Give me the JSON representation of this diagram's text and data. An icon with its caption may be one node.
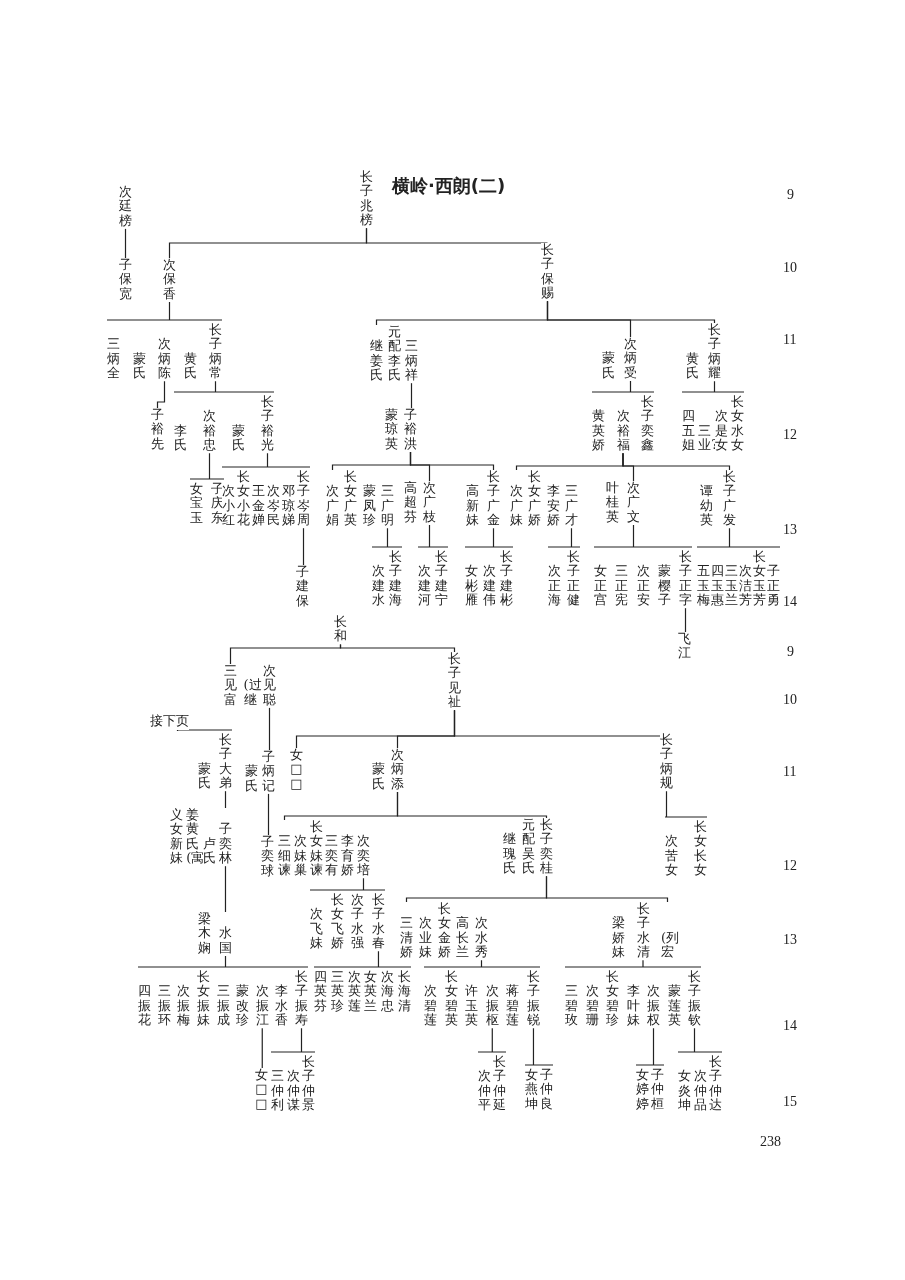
{
  "diagram": {
    "title": "横岭·西朗(二)",
    "nodes": [
      {
        "text": [
          "长子兆榜"
        ]
      },
      {
        "text": [
          "次廷榜"
        ]
      },
      {
        "text": [
          "子保宽"
        ]
      },
      {
        "text": [
          "次保香"
        ]
      },
      {
        "text": [
          "长子保赐"
        ]
      },
      {
        "text": [
          "三炳全",
          "蒙氏",
          "次炳陈",
          "黄氏",
          "长子炳常"
        ]
      },
      {
        "text": [
          "子裕先"
        ]
      },
      {
        "text": [
          "李氏",
          "次裕忠",
          "蒙氏",
          "长子裕光"
        ]
      },
      {
        "text": [
          "女宝玉",
          "子庆东"
        ]
      },
      {
        "text": [
          "次小红",
          "长女小花",
          "王金婵",
          "次岑民",
          "邓琼娣",
          "长子岑周"
        ]
      },
      {
        "text": [
          "子建保"
        ]
      },
      {
        "text": [
          "继姜氏",
          "元配李氏",
          "三炳祥"
        ]
      },
      {
        "text": [
          "蒙氏",
          "次炳受"
        ]
      },
      {
        "text": [
          "黄氏",
          "长子炳耀"
        ]
      },
      {
        "text": [
          "蒙琼英",
          "子裕洪"
        ]
      },
      {
        "text": [
          "黄英娇",
          "次裕福",
          "长子奕鑫"
        ]
      },
      {
        "text": [
          "四五姐",
          "三业?",
          "次是女",
          "长女水女"
        ]
      },
      {
        "text": [
          "次广娟",
          "长女广英",
          "蒙凤珍",
          "三广明"
        ]
      },
      {
        "text": [
          "高超芬",
          "次广枝"
        ]
      },
      {
        "text": [
          "高新妹",
          "长子广金"
        ]
      },
      {
        "text": [
          "次广妹",
          "长女广娇",
          "李安娇",
          "三广才"
        ]
      },
      {
        "text": [
          "叶桂英",
          "次广文"
        ]
      },
      {
        "text": [
          "谭幼英",
          "长子广发"
        ]
      },
      {
        "text": [
          "次建水",
          "长子建海"
        ]
      },
      {
        "text": [
          "次建河",
          "长子建宁"
        ]
      },
      {
        "text": [
          "女彬雁",
          "次建伟",
          "长子建彬"
        ]
      },
      {
        "text": [
          "次正海",
          "长子正健"
        ]
      },
      {
        "text": [
          "女正宫",
          "三正宪",
          "次正安",
          "蒙樱子",
          "长子正字"
        ]
      },
      {
        "text": [
          "飞江"
        ]
      },
      {
        "text": [
          "五玉梅",
          "四玉惠",
          "三玉兰",
          "次洁芳",
          "长女玉芳",
          "子正勇"
        ]
      },
      {
        "text": [
          "长和"
        ]
      },
      {
        "text": [
          "三见富",
          "(过继",
          "次见聪"
        ]
      },
      {
        "text": [
          "长子见祉"
        ]
      },
      {
        "text": [
          "接下页"
        ]
      },
      {
        "text": [
          "蒙氏",
          "长子大弟"
        ]
      },
      {
        "text": [
          "蒙氏",
          "子炳记"
        ]
      },
      {
        "text": [
          "女□□"
        ]
      },
      {
        "text": [
          "蒙氏",
          "次炳添"
        ]
      },
      {
        "text": [
          "长子炳规"
        ]
      },
      {
        "text": [
          "义女新妹",
          "姜黄氏(寓",
          "卢氏",
          "子奕林"
        ]
      },
      {
        "text": [
          "子奕球"
        ]
      },
      {
        "text": [
          "三细谏",
          "次妹巢",
          "长女妹谏",
          "三奕有",
          "李育娇",
          "次奕培"
        ]
      },
      {
        "text": [
          "继瑰氏",
          "元配吴氏",
          "长子奕桂"
        ]
      },
      {
        "text": [
          "次苦女",
          "长女长女"
        ]
      },
      {
        "text": [
          "梁木娴",
          "水国"
        ]
      },
      {
        "text": [
          "次飞妹",
          "长女飞娇",
          "次子水强",
          "长子水春"
        ]
      },
      {
        "text": [
          "三清娇",
          "次业妹",
          "长女金娇",
          "高长兰",
          "次水秀"
        ]
      },
      {
        "text": [
          "梁娇妹",
          "长子水清",
          "(列宏"
        ]
      },
      {
        "text": [
          "四振花",
          "三振环",
          "次振梅",
          "长女振妹",
          "三振成",
          "蒙改珍",
          "次振江",
          "李水香",
          "长子振寿"
        ]
      },
      {
        "text": [
          "四英芬",
          "三英珍",
          "次英莲",
          "女英兰",
          "次海忠",
          "长海清"
        ]
      },
      {
        "text": [
          "次碧莲",
          "长女碧英",
          "许玉英",
          "次振枢",
          "蒋碧莲",
          "长子振锐"
        ]
      },
      {
        "text": [
          "三碧玫",
          "次碧珊",
          "长女碧珍",
          "李叶妹",
          "次振权",
          "蒙莲英",
          "长子振钦"
        ]
      },
      {
        "text": [
          "女□□"
        ]
      },
      {
        "text": [
          "三仲利",
          "次仲谋",
          "长子仲景"
        ]
      },
      {
        "text": [
          "次仲平",
          "长子仲延"
        ]
      },
      {
        "text": [
          "女燕坤",
          "子仲良"
        ]
      },
      {
        "text": [
          "女婷婷",
          "子仲桓"
        ]
      },
      {
        "text": [
          "女炎坤",
          "次仲品",
          "长子仲达"
        ]
      }
    ],
    "edges": [
      {
        "from": 0,
        "to": 3,
        "arrow": "none"
      },
      {
        "from": 0,
        "to": 4,
        "arrow": "none"
      },
      {
        "from": 1,
        "to": 2,
        "arrow": "none"
      },
      {
        "from": 3,
        "to": 5,
        "arrow": "none"
      },
      {
        "from": 5,
        "to": 6,
        "arrow": "none"
      },
      {
        "from": 5,
        "to": 7,
        "arrow": "none"
      },
      {
        "from": 7,
        "to": 8,
        "arrow": "none"
      },
      {
        "from": 7,
        "to": 9,
        "arrow": "none"
      },
      {
        "from": 9,
        "to": 10,
        "arrow": "none"
      },
      {
        "from": 4,
        "to": 11,
        "arrow": "none"
      },
      {
        "from": 4,
        "to": 12,
        "arrow": "none"
      },
      {
        "from": 4,
        "to": 13,
        "arrow": "none"
      },
      {
        "from": 11,
        "to": 14,
        "arrow": "none"
      },
      {
        "from": 12,
        "to": 15,
        "arrow": "none"
      },
      {
        "from": 13,
        "to": 16,
        "arrow": "none"
      },
      {
        "from": 14,
        "to": 17,
        "arrow": "none"
      },
      {
        "from": 14,
        "to": 18,
        "arrow": "none"
      },
      {
        "from": 14,
        "to": 19,
        "arrow": "none"
      },
      {
        "from": 15,
        "to": 20,
        "arrow": "none"
      },
      {
        "from": 15,
        "to": 21,
        "arrow": "none"
      },
      {
        "from": 15,
        "to": 22,
        "arrow": "none"
      },
      {
        "from": 17,
        "to": 23,
        "arrow": "none"
      },
      {
        "from": 18,
        "to": 24,
        "arrow": "none"
      },
      {
        "from": 19,
        "to": 25,
        "arrow": "none"
      },
      {
        "from": 20,
        "to": 26,
        "arrow": "none"
      },
      {
        "from": 21,
        "to": 27,
        "arrow": "none"
      },
      {
        "from": 27,
        "to": 28,
        "arrow": "none"
      },
      {
        "from": 22,
        "to": 29,
        "arrow": "none"
      },
      {
        "from": 30,
        "to": 31,
        "arrow": "none"
      },
      {
        "from": 30,
        "to": 32,
        "arrow": "none"
      },
      {
        "from": 31,
        "to": 35,
        "arrow": "none"
      },
      {
        "from": 33,
        "to": 34,
        "arrow": "none"
      },
      {
        "from": 32,
        "to": 36,
        "arrow": "none"
      },
      {
        "from": 32,
        "to": 37,
        "arrow": "none"
      },
      {
        "from": 32,
        "to": 38,
        "arrow": "none"
      },
      {
        "from": 34,
        "to": 39,
        "arrow": "none"
      },
      {
        "from": 35,
        "to": 40,
        "arrow": "none"
      },
      {
        "from": 37,
        "to": 41,
        "arrow": "none"
      },
      {
        "from": 37,
        "to": 42,
        "arrow": "none"
      },
      {
        "from": 38,
        "to": 43,
        "arrow": "none"
      },
      {
        "from": 39,
        "to": 44,
        "arrow": "none"
      },
      {
        "from": 41,
        "to": 45,
        "arrow": "none"
      },
      {
        "from": 42,
        "to": 46,
        "arrow": "none"
      },
      {
        "from": 42,
        "to": 47,
        "arrow": "none"
      },
      {
        "from": 44,
        "to": 48,
        "arrow": "none"
      },
      {
        "from": 45,
        "to": 49,
        "arrow": "none"
      },
      {
        "from": 46,
        "to": 50,
        "arrow": "none"
      },
      {
        "from": 47,
        "to": 51,
        "arrow": "none"
      },
      {
        "from": 48,
        "to": 52,
        "arrow": "none"
      },
      {
        "from": 48,
        "to": 53,
        "arrow": "none"
      },
      {
        "from": 50,
        "to": 54,
        "arrow": "none"
      },
      {
        "from": 50,
        "to": 55,
        "arrow": "none"
      },
      {
        "from": 51,
        "to": 56,
        "arrow": "none"
      },
      {
        "from": 51,
        "to": 57,
        "arrow": "none"
      }
    ],
    "labels": [
      "9",
      "10",
      "11",
      "12",
      "13",
      "14",
      "9",
      "10",
      "11",
      "12",
      "13",
      "14",
      "15",
      "238"
    ]
  }
}
